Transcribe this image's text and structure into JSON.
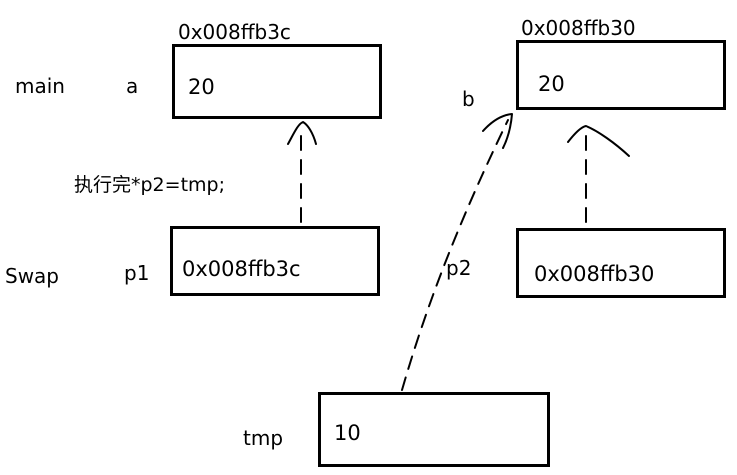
{
  "labels": {
    "main": "main",
    "swap": "Swap",
    "a": "a",
    "b": "b",
    "p1": "p1",
    "p2": "p2",
    "tmp": "tmp",
    "note": "执行完*p2=tmp;"
  },
  "addresses": {
    "a_addr": "0x008ffb3c",
    "b_addr": "0x008ffb30"
  },
  "boxes": {
    "a_value": "20",
    "b_value": "20",
    "p1_value": "0x008ffb3c",
    "p2_value": "0x008ffb30",
    "tmp_value": "10"
  }
}
